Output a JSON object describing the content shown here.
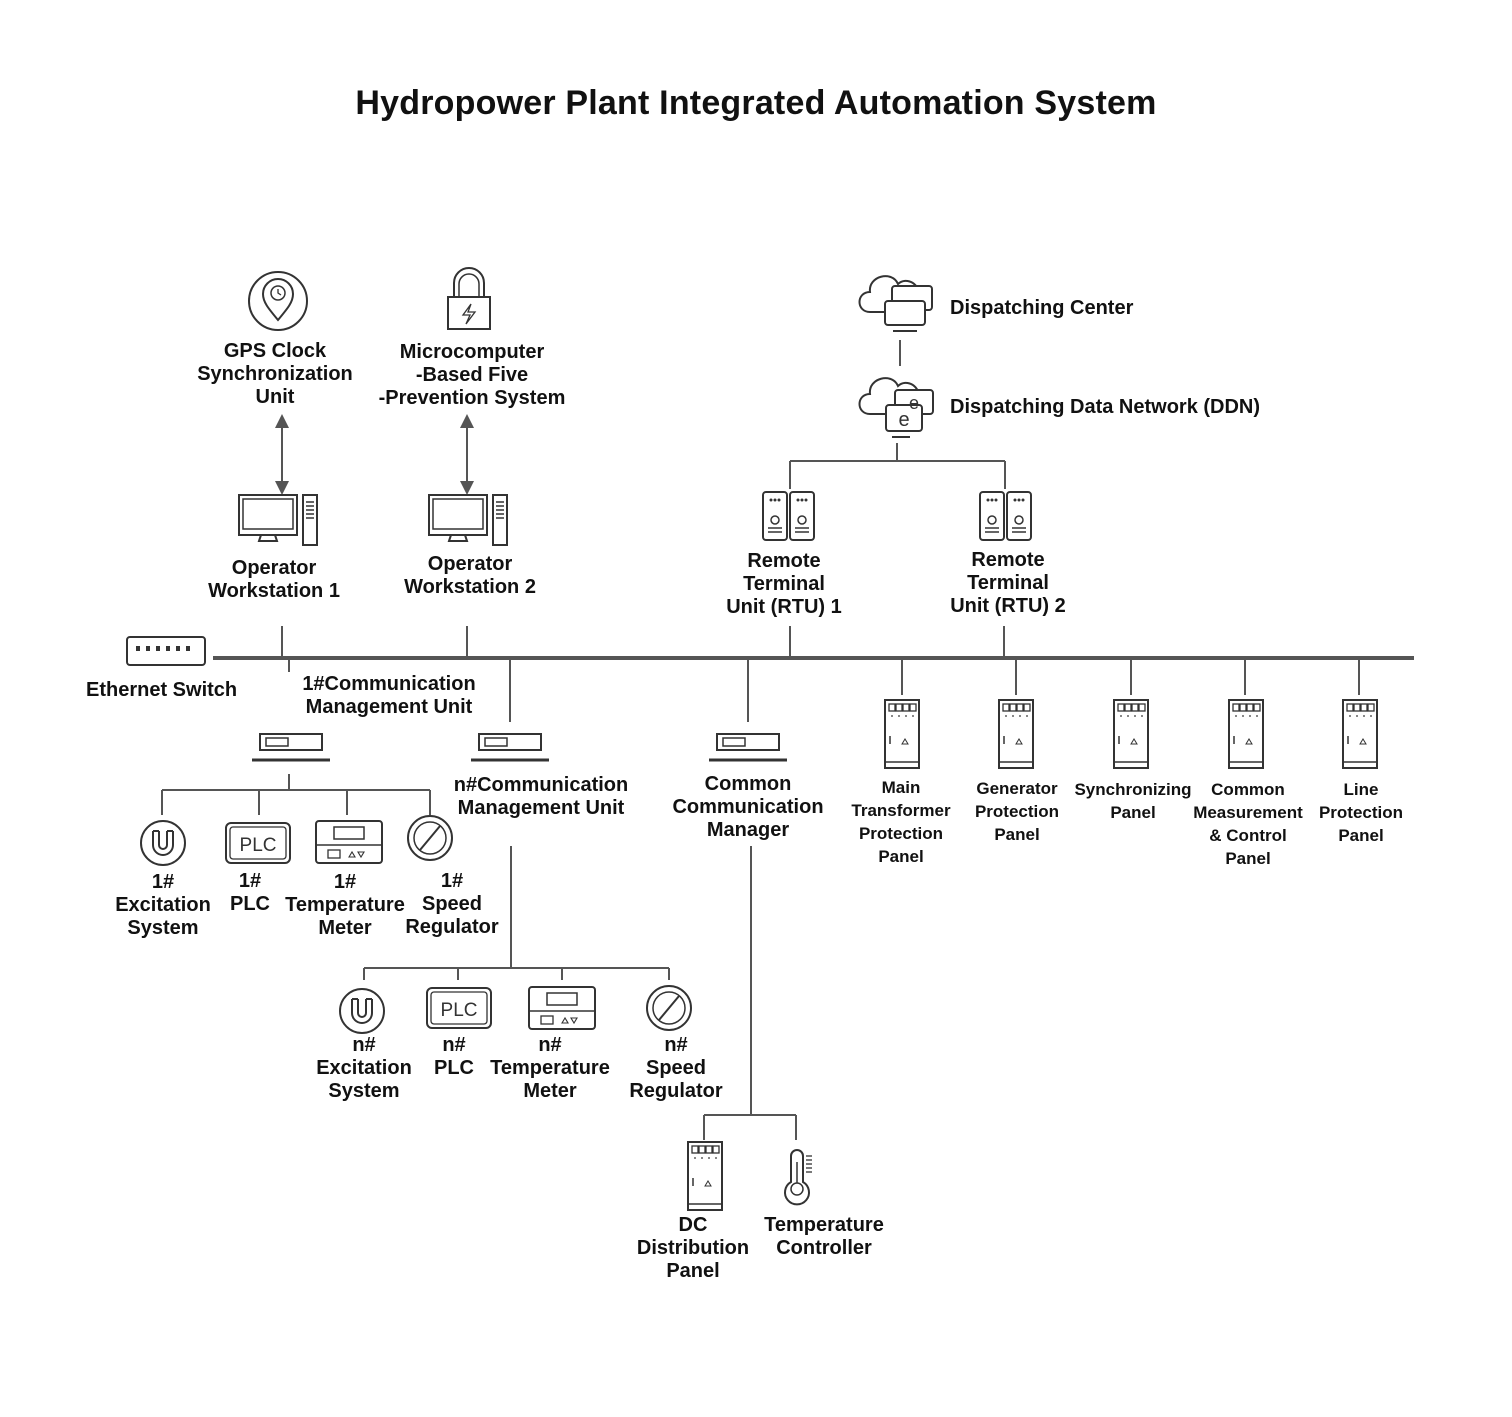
{
  "title": "Hydropower Plant Integrated Automation System",
  "labels": {
    "gps_clock": "GPS Clock\nSynchronization\nUnit",
    "five_prevention": "Microcomputer\n-Based Five\n-Prevention System",
    "dispatching_center": "Dispatching Center",
    "ddn": "Dispatching Data Network (DDN)",
    "operator_ws_1": "Operator\nWorkstation 1",
    "operator_ws_2": "Operator\nWorkstation 2",
    "rtu_1": "Remote\nTerminal\nUnit (RTU) 1",
    "rtu_2": "Remote\nTerminal\nUnit (RTU) 2",
    "ethernet_switch": "Ethernet Switch",
    "comm_unit_1": "1#Communication\nManagement Unit",
    "comm_unit_n": "n#Communication\nManagement Unit",
    "common_comm_manager": "Common\nCommunication\nManager",
    "main_transformer": "Main\nTransformer\nProtection\nPanel",
    "generator_protection": "Generator\nProtection\nPanel",
    "synchronizing": "Synchronizing\nPanel",
    "common_measurement": "Common\nMeasurement\n& Control\nPanel",
    "line_protection": "Line\nProtection\nPanel",
    "excitation_1": "1#\nExcitation\nSystem",
    "plc_1": "1#\nPLC",
    "temp_meter_1": "1#\nTemperature\nMeter",
    "speed_reg_1": "1#\nSpeed\nRegulator",
    "excitation_n": "n#\nExcitation\nSystem",
    "plc_n": "n#\nPLC",
    "temp_meter_n": "n#\nTemperature\nMeter",
    "speed_reg_n": "n#\nSpeed\nRegulator",
    "dc_panel": "DC\nDistribution\nPanel",
    "temp_controller": "Temperature\nController"
  },
  "icon_text": {
    "plc": "PLC",
    "ddn": "e"
  },
  "icons": {
    "gps": "gps-clock-icon",
    "lock": "padlock-icon",
    "cloud": "cloud-icon",
    "workstation": "computer-icon",
    "server": "server-icon",
    "switch": "network-switch-icon",
    "comm_unit": "communication-unit-icon",
    "cabinet": "control-cabinet-icon",
    "magnet": "magnet-icon",
    "meter": "temperature-meter-icon",
    "regulator": "speed-regulator-icon",
    "thermometer": "thermometer-icon"
  },
  "colors": {
    "line": "#555555",
    "bus": "#555555",
    "icon_stroke": "#333333",
    "text": "#111111"
  }
}
